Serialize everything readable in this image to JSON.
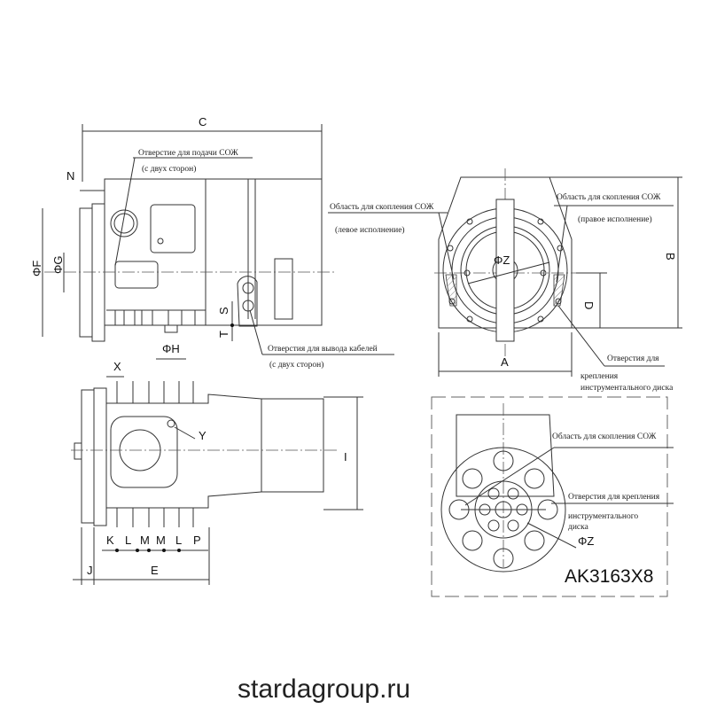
{
  "top_view": {
    "dims": {
      "C": "C",
      "N": "N",
      "F": "ΦF",
      "G": "ΦG",
      "H": "ΦH",
      "S": "S",
      "T": "T"
    },
    "notes": {
      "coolant_inlet": "Отверстие для подачи СОЖ",
      "coolant_inlet_sub": "(с двух сторон)",
      "cable_outlet": "Отверстия для вывода кабелей",
      "cable_outlet_sub": "(с двух сторон)"
    }
  },
  "front_view": {
    "dims": {
      "A": "A",
      "B": "B",
      "D": "D",
      "Z": "ΦZ"
    },
    "notes": {
      "coolant_left": "Область для скопления СОЖ",
      "coolant_left_sub": "(левое исполнение)",
      "coolant_right": "Область для скопления СОЖ",
      "coolant_right_sub": "(правое исполнение)",
      "mount_holes_1": "Отверстия для",
      "mount_holes_2": "крепления",
      "mount_holes_3": "инструментального диска"
    }
  },
  "side_view": {
    "dims": {
      "X": "X",
      "Y": "Y",
      "I": "I",
      "K": "K",
      "L1": "L",
      "M1": "M",
      "M2": "M",
      "L2": "L",
      "P": "P",
      "J": "J",
      "E": "E"
    }
  },
  "disc_view": {
    "notes": {
      "coolant": "Область для скопления СОЖ",
      "mount_1": "Отверстия для крепления",
      "mount_2": "инструментального",
      "mount_3": "диска"
    },
    "dim_Z": "ΦZ",
    "model": "AK3163X8"
  },
  "footer": {
    "site": "stardagroup.ru"
  }
}
